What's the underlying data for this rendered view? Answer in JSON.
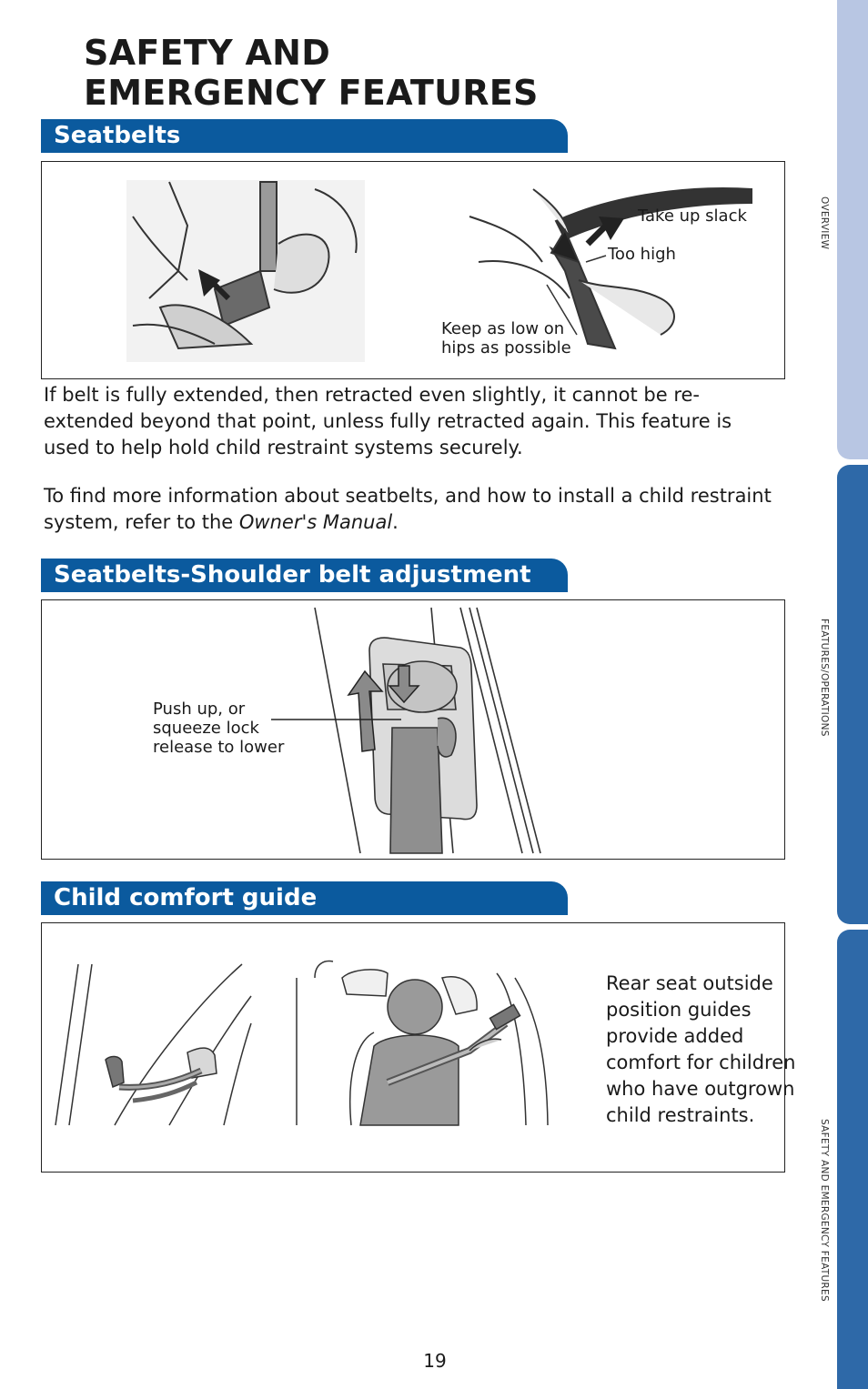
{
  "page": {
    "title_line1": "SAFETY AND",
    "title_line2": "EMERGENCY FEATURES",
    "page_number": "19"
  },
  "side_tabs": [
    {
      "label": "OVERVIEW"
    },
    {
      "label": "FEATURES/OPERATIONS"
    },
    {
      "label": "SAFETY AND EMERGENCY FEATURES"
    }
  ],
  "sections": {
    "seatbelts": {
      "heading": "Seatbelts",
      "callouts": {
        "take_up_slack": "Take up slack",
        "too_high": "Too high",
        "keep_low_line1": "Keep as low on",
        "keep_low_line2": "hips as possible"
      },
      "paragraph1": "If belt is fully extended, then retracted even slightly, it cannot be re-extended beyond that point, unless fully retracted again. This feature is used to help hold child restraint systems securely.",
      "paragraph2_before": "To find more information about seatbelts, and how to install a child restraint system, refer to the ",
      "paragraph2_italic": "Owner's Manual",
      "paragraph2_after": "."
    },
    "shoulder_belt": {
      "heading": "Seatbelts-Shoulder belt adjustment",
      "callout_line1": "Push up, or",
      "callout_line2": "squeeze lock",
      "callout_line3": "release to lower"
    },
    "child_comfort": {
      "heading": "Child comfort guide",
      "description": "Rear seat outside position guides provide added comfort for children who have outgrown child restraints."
    }
  },
  "colors": {
    "section_bar": "#0b5a9e",
    "tab_active": "#b8c6e3",
    "tab_inactive": "#2e69a8"
  }
}
